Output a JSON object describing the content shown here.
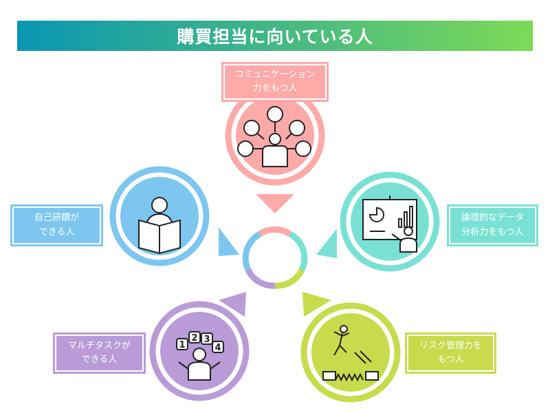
{
  "title": "購買担当に向いている人",
  "colors": {
    "pink": "#fdaaa9",
    "blue": "#7cc6ef",
    "teal": "#79e1d4",
    "purple": "#b99bd7",
    "green": "#c7db4d"
  },
  "traits": [
    {
      "id": "communication",
      "label": "コミュニケーション\n力をもつ人",
      "icon": "people-network-icon"
    },
    {
      "id": "analysis",
      "label": "論理的なデータ\n分析力をもつ人",
      "icon": "presentation-chart-icon"
    },
    {
      "id": "risk",
      "label": "リスク管理力を\nもつ人",
      "icon": "jumping-over-spikes-icon"
    },
    {
      "id": "multitask",
      "label": "マルチタスクが\nできる人",
      "icon": "juggling-numbers-icon"
    },
    {
      "id": "self-study",
      "label": "自己研鑽が\nできる人",
      "icon": "reading-book-icon"
    }
  ],
  "number_icons": [
    "1",
    "2",
    "3",
    "4"
  ]
}
